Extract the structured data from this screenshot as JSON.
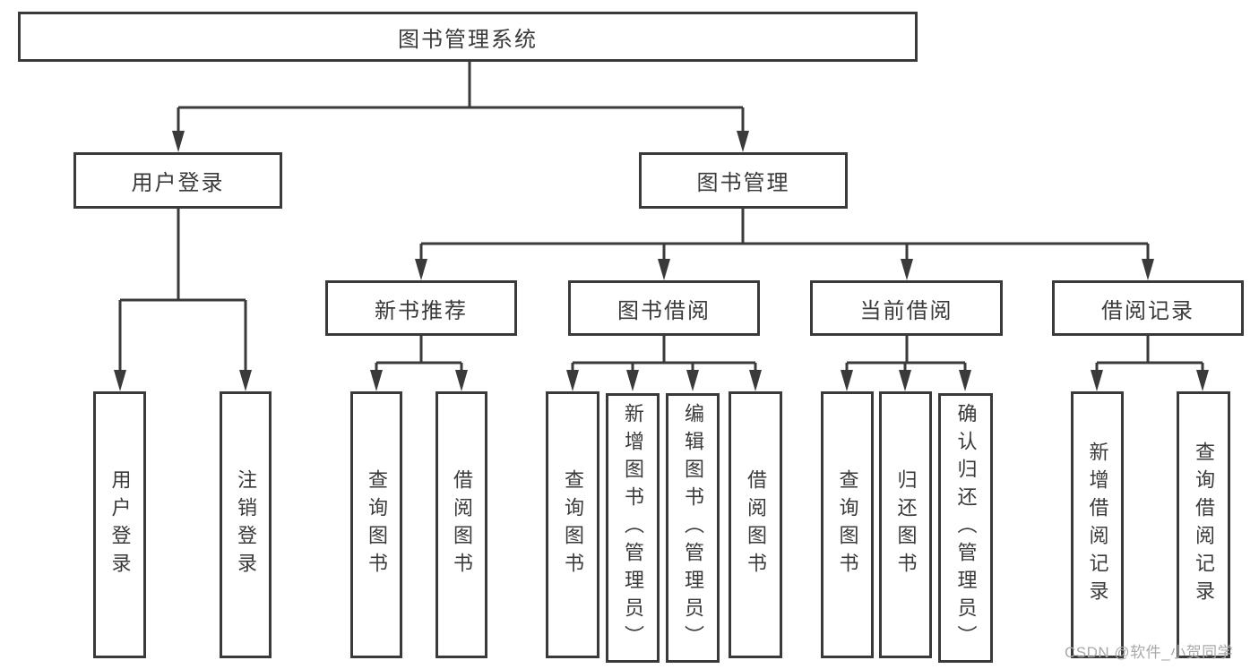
{
  "diagram": {
    "root": {
      "label": "图书管理系统"
    },
    "level2": {
      "user_login": {
        "label": "用户登录"
      },
      "book_mgmt": {
        "label": "图书管理"
      }
    },
    "level3": {
      "new_book": {
        "label": "新书推荐"
      },
      "book_borrow": {
        "label": "图书借阅"
      },
      "current_borrow": {
        "label": "当前借阅"
      },
      "borrow_records": {
        "label": "借阅记录"
      }
    },
    "leaves": {
      "user_login": {
        "label": "用户登录"
      },
      "logout": {
        "label": "注销登录"
      },
      "nb_query": {
        "label": "查询图书"
      },
      "nb_borrow": {
        "label": "借阅图书"
      },
      "bb_query": {
        "label": "查询图书"
      },
      "bb_add": {
        "label": "新增图书（管理员）"
      },
      "bb_edit": {
        "label": "编辑图书（管理员）"
      },
      "bb_borrow": {
        "label": "借阅图书"
      },
      "cb_query": {
        "label": "查询图书"
      },
      "cb_return": {
        "label": "归还图书"
      },
      "cb_confirm": {
        "label": "确认归还（管理员）"
      },
      "br_add": {
        "label": "新增借阅记录"
      },
      "br_query": {
        "label": "查询借阅记录"
      }
    }
  },
  "watermark": {
    "text": "CSDN @软件_小贺同学"
  },
  "colors": {
    "line": "#3a3a3a",
    "text": "#3a3a3a",
    "background": "#ffffff",
    "watermark": "#a9a9a9"
  }
}
